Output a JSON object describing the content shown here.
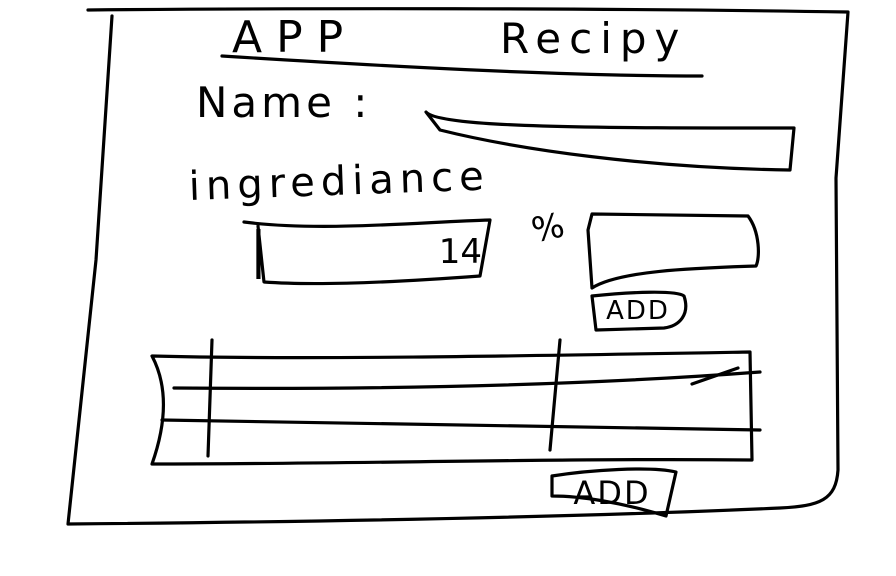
{
  "app": {
    "title_left": "APP",
    "title_right": "Recipy"
  },
  "form": {
    "name_label": "Name :",
    "name_value": "",
    "ingredient_label": "ingrediance",
    "ingredient_value": "14",
    "ingredient_caret": "|",
    "quantity_label": "%",
    "quantity_value": ""
  },
  "buttons": {
    "add_ingredient": "ADD",
    "add_recipe": "ADD"
  },
  "table": {
    "rows": [
      {
        "cells": [
          "",
          "",
          ""
        ]
      },
      {
        "cells": [
          "",
          "",
          ""
        ]
      },
      {
        "cells": [
          "",
          "",
          ""
        ]
      }
    ]
  }
}
